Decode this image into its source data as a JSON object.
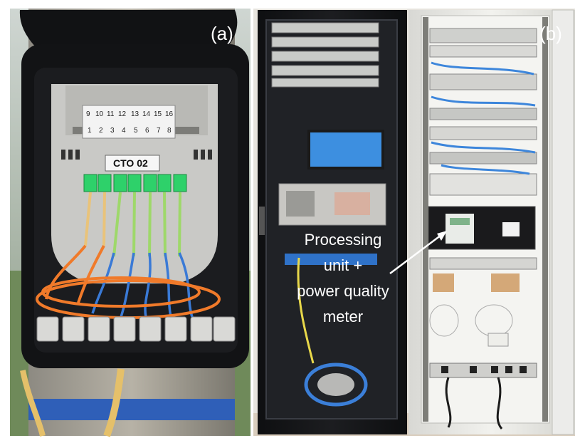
{
  "panels": {
    "a": {
      "label": "(a)",
      "box_label": "CTO 02",
      "port_numbers_top": [
        "9",
        "10",
        "11",
        "12",
        "13",
        "14",
        "15",
        "16"
      ],
      "port_numbers_bottom": [
        "1",
        "2",
        "3",
        "4",
        "5",
        "6",
        "7",
        "8"
      ]
    },
    "b": {
      "label": "(b)"
    }
  },
  "annotation": {
    "lines": [
      "Processing",
      "unit +",
      "power quality",
      "meter"
    ]
  }
}
